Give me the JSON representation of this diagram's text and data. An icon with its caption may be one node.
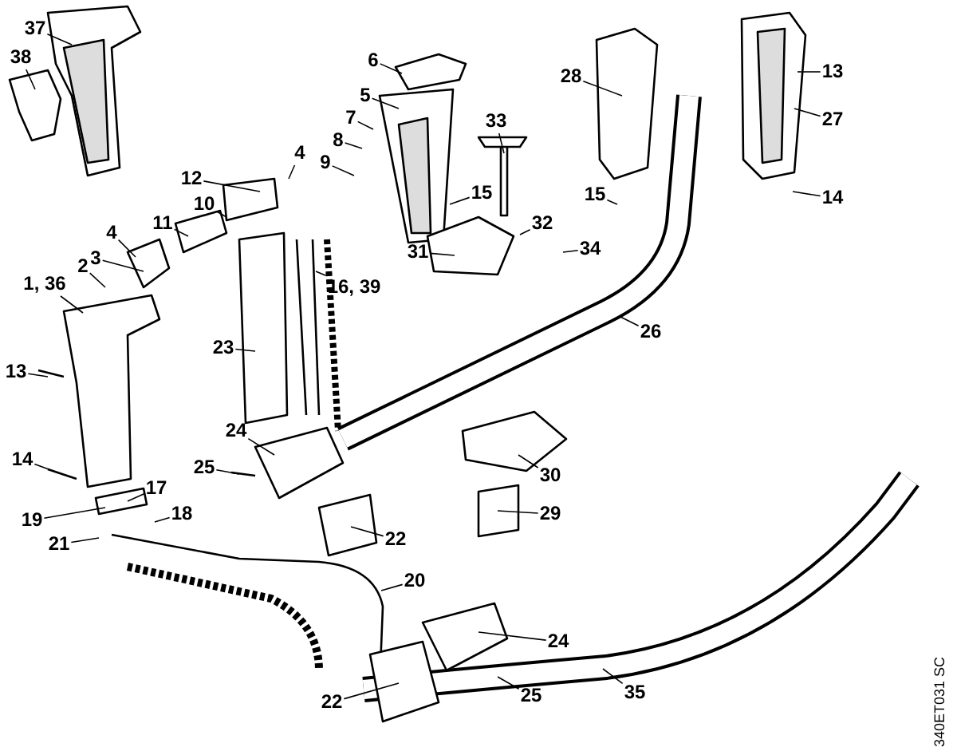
{
  "diagram": {
    "nodes": [
      {
        "text": [
          "37"
        ]
      },
      {
        "text": [
          "6"
        ]
      },
      {
        "text": [
          "38"
        ]
      },
      {
        "text": [
          "28"
        ]
      },
      {
        "text": [
          "13"
        ]
      },
      {
        "text": [
          "5"
        ]
      },
      {
        "text": [
          "27"
        ]
      },
      {
        "text": [
          "7"
        ]
      },
      {
        "text": [
          "33"
        ]
      },
      {
        "text": [
          "8"
        ]
      },
      {
        "text": [
          "9"
        ]
      },
      {
        "text": [
          "4"
        ]
      },
      {
        "text": [
          "12"
        ]
      },
      {
        "text": [
          "15"
        ]
      },
      {
        "text": [
          "14"
        ]
      },
      {
        "text": [
          "10"
        ]
      },
      {
        "text": [
          "15"
        ]
      },
      {
        "text": [
          "11"
        ]
      },
      {
        "text": [
          "32"
        ]
      },
      {
        "text": [
          "4"
        ]
      },
      {
        "text": [
          "34"
        ]
      },
      {
        "text": [
          "3"
        ]
      },
      {
        "text": [
          "31"
        ]
      },
      {
        "text": [
          "2"
        ]
      },
      {
        "text": [
          "1, 36"
        ]
      },
      {
        "text": [
          "16, 39"
        ]
      },
      {
        "text": [
          "26"
        ]
      },
      {
        "text": [
          "23"
        ]
      },
      {
        "text": [
          "13"
        ]
      },
      {
        "text": [
          "24"
        ]
      },
      {
        "text": [
          "14"
        ]
      },
      {
        "text": [
          "25"
        ]
      },
      {
        "text": [
          "30"
        ]
      },
      {
        "text": [
          "17"
        ]
      },
      {
        "text": [
          "18"
        ]
      },
      {
        "text": [
          "29"
        ]
      },
      {
        "text": [
          "19"
        ]
      },
      {
        "text": [
          "22"
        ]
      },
      {
        "text": [
          "21"
        ]
      },
      {
        "text": [
          "20"
        ]
      },
      {
        "text": [
          "24"
        ]
      },
      {
        "text": [
          "35"
        ]
      },
      {
        "text": [
          "25"
        ]
      },
      {
        "text": [
          "22"
        ]
      }
    ],
    "edges": [
      {
        "from": 0,
        "to": null,
        "arrow": "none"
      },
      {
        "from": 1,
        "to": null,
        "arrow": "none"
      },
      {
        "from": 2,
        "to": null,
        "arrow": "none"
      },
      {
        "from": 3,
        "to": null,
        "arrow": "none"
      },
      {
        "from": 4,
        "to": null,
        "arrow": "none"
      },
      {
        "from": 5,
        "to": null,
        "arrow": "none"
      },
      {
        "from": 6,
        "to": null,
        "arrow": "none"
      },
      {
        "from": 7,
        "to": null,
        "arrow": "none"
      },
      {
        "from": 8,
        "to": null,
        "arrow": "none"
      },
      {
        "from": 9,
        "to": null,
        "arrow": "none"
      },
      {
        "from": 10,
        "to": null,
        "arrow": "none"
      },
      {
        "from": 11,
        "to": null,
        "arrow": "none"
      },
      {
        "from": 12,
        "to": null,
        "arrow": "none"
      },
      {
        "from": 13,
        "to": null,
        "arrow": "none"
      },
      {
        "from": 14,
        "to": null,
        "arrow": "none"
      },
      {
        "from": 15,
        "to": null,
        "arrow": "none"
      },
      {
        "from": 16,
        "to": null,
        "arrow": "none"
      },
      {
        "from": 17,
        "to": null,
        "arrow": "none"
      },
      {
        "from": 18,
        "to": null,
        "arrow": "none"
      },
      {
        "from": 19,
        "to": null,
        "arrow": "none"
      },
      {
        "from": 20,
        "to": null,
        "arrow": "none"
      },
      {
        "from": 21,
        "to": null,
        "arrow": "none"
      },
      {
        "from": 22,
        "to": null,
        "arrow": "none"
      },
      {
        "from": 23,
        "to": null,
        "arrow": "none"
      },
      {
        "from": 24,
        "to": null,
        "arrow": "none"
      },
      {
        "from": 25,
        "to": null,
        "arrow": "none"
      },
      {
        "from": 26,
        "to": null,
        "arrow": "none"
      },
      {
        "from": 27,
        "to": null,
        "arrow": "none"
      },
      {
        "from": 28,
        "to": null,
        "arrow": "none"
      },
      {
        "from": 29,
        "to": null,
        "arrow": "none"
      },
      {
        "from": 30,
        "to": null,
        "arrow": "none"
      },
      {
        "from": 31,
        "to": null,
        "arrow": "none"
      },
      {
        "from": 32,
        "to": null,
        "arrow": "none"
      },
      {
        "from": 33,
        "to": null,
        "arrow": "none"
      },
      {
        "from": 34,
        "to": null,
        "arrow": "none"
      },
      {
        "from": 35,
        "to": null,
        "arrow": "none"
      },
      {
        "from": 36,
        "to": null,
        "arrow": "none"
      },
      {
        "from": 37,
        "to": null,
        "arrow": "none"
      },
      {
        "from": 38,
        "to": null,
        "arrow": "none"
      },
      {
        "from": 39,
        "to": null,
        "arrow": "none"
      },
      {
        "from": 40,
        "to": null,
        "arrow": "none"
      },
      {
        "from": 41,
        "to": null,
        "arrow": "none"
      },
      {
        "from": 42,
        "to": null,
        "arrow": "none"
      },
      {
        "from": 43,
        "to": null,
        "arrow": "none"
      }
    ],
    "labels": [
      "340ET031 SC"
    ]
  }
}
